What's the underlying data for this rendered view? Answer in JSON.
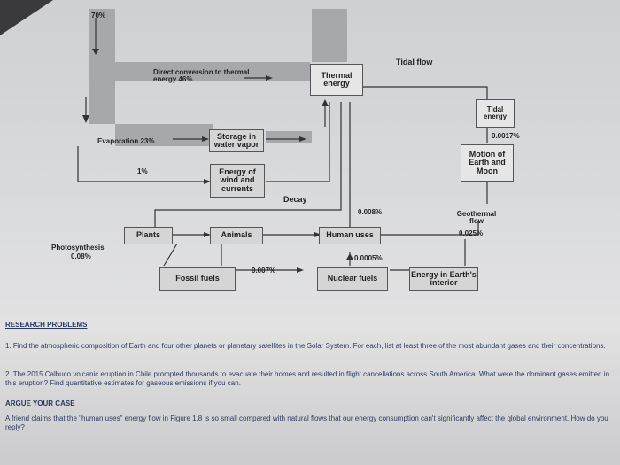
{
  "figure": {
    "top_percent": "70%",
    "tidal_flow": "Tidal flow",
    "direct_conversion": "Direct conversion to thermal energy 46%",
    "thermal_energy": "Thermal energy",
    "tidal_energy": "Tidal energy",
    "tidal_value": "0.0017%",
    "evaporation": "Evaporation 23%",
    "storage": "Storage in water vapor",
    "motion": "Motion of Earth and Moon",
    "one_percent": "1%",
    "wind": "Energy of wind and currents",
    "decay": "Decay",
    "human_value": "0.008%",
    "geothermal_label": "Geothermal flow",
    "geothermal_value": "0.025%",
    "plants": "Plants",
    "animals": "Animals",
    "human_uses": "Human uses",
    "photosynthesis_label": "Photosynthesis",
    "photosynthesis_value": "0.08%",
    "nuclear_value": "0.0005%",
    "fossil_fuels": "Fossil fuels",
    "fossil_value": "0.007%",
    "nuclear_fuels": "Nuclear fuels",
    "interior": "Energy in Earth's interior"
  },
  "research": {
    "heading": "RESEARCH PROBLEMS",
    "q1": "1. Find the atmospheric composition of Earth and four other planets or planetary satellites in the Solar System. For each, list at least three of the most abundant gases and their concentrations.",
    "q2": "2. The 2015 Calbuco volcanic eruption in Chile prompted thousands to evacuate their homes and resulted in flight cancellations across South America. What were the dominant gases emitted in this eruption? Find quantitative estimates for gaseous emissions if you can."
  },
  "argue": {
    "heading": "ARGUE YOUR CASE",
    "text": "A friend claims that the \"human uses\" energy flow in Figure 1.8 is so small compared with natural flows that our energy consumption can't significantly affect the global environment. How do you reply?"
  }
}
